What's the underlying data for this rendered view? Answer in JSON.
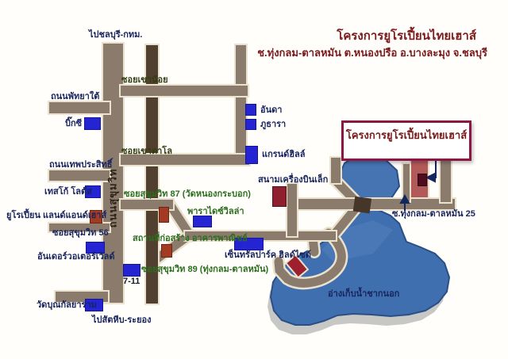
{
  "header": {
    "title": "โครงการยูโรเปี้ยนไทยเฮาส์",
    "subtitle": "ช.ทุ่งกลม-ตาลหมัน ต.หนองปรือ อ.บางละมุง จ.ชลบุรี"
  },
  "project_box": {
    "label": "โครงการยูโรเปี้ยนไทยเฮาส์"
  },
  "directions": {
    "north": "ไปชลบุรี-กทม.",
    "south": "ไปสัตหีบ-ระยอง"
  },
  "roads": {
    "sukhumvit": "ถนนสุขุมวิท",
    "khao_noi": "ซอยเขาน้อย",
    "pattaya_tai": "ถนนพัทยาใต้",
    "thepprasit": "ถนนเทพประสิทธิ์",
    "khao_talo": "ซอยเขาตาโล",
    "soi_87": "ซอยสุขุมวิท 87 (วัดหนองกระบอก)",
    "soi_56": "ซอยสุขุมวิท 56",
    "soi_89": "ซอยสุขุมวิท 89 (ทุ่งกลม-ตาลหมัน)",
    "soi_25": "ซ.ทุ่งกลม-ตาลหมัน 25"
  },
  "places": {
    "big_c": "บิ๊กซี",
    "anda": "อันดา",
    "phuthara": "ภูธารา",
    "grand_hill": "แกรนด์ฮิลล์",
    "tesco_lotus": "เทสโก้ โลตัส",
    "airfield": "สนามเครื่องบินเล็ก",
    "european_land_house": "ยูโรเปี้ยน แลนด์แอนด์เฮาส์",
    "paradise_villa": "พาราไดซ์วิลล่า",
    "construction": "สถานที่ก่อสร้าง อาคารพาณิชย์",
    "underwater_world": "อันเดอร์วอเตอร์เวิลด์",
    "central_park": "เซ็นทรัลปาร์ค ฮิลด์ไซด์",
    "seven_eleven": "7-11",
    "wat_boon": "วัดบุณกัลยาราม",
    "reservoir": "อ่างเก็บน้ำชากนอก"
  },
  "colors": {
    "title_red": "#7a1a1a",
    "box_border": "#8c1745",
    "label_navy": "#18255e",
    "label_green": "#2c6e1e",
    "road_tan": "#8a7b6c",
    "road_dark": "#51402f",
    "road_red": "#b25a5a",
    "landmark_blue": "#2424d2",
    "landmark_red": "#a33b22",
    "lake_blue": "#3f6fae"
  }
}
